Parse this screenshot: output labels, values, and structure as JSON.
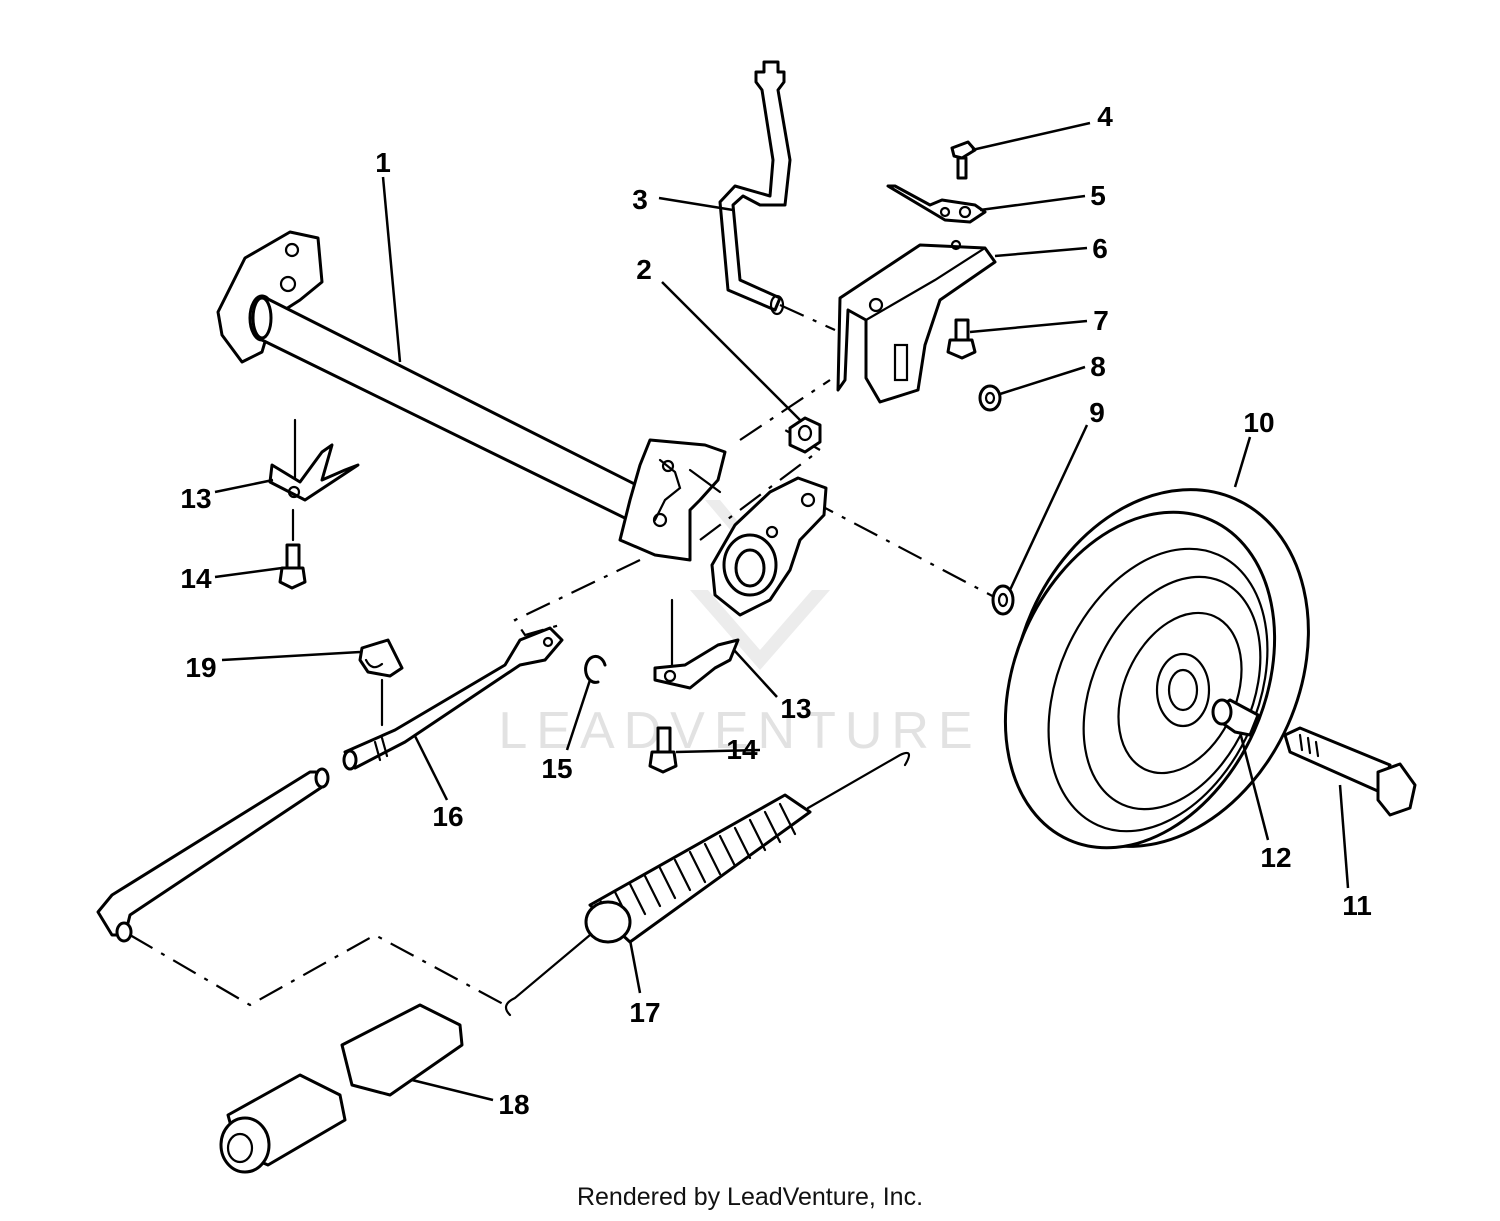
{
  "diagram": {
    "callouts": [
      "1",
      "2",
      "3",
      "4",
      "5",
      "6",
      "7",
      "8",
      "9",
      "10",
      "11",
      "12",
      "13",
      "14",
      "15",
      "16",
      "17",
      "18",
      "19"
    ],
    "watermark": "LEADVENTURE"
  },
  "footer": {
    "credit": "Rendered by LeadVenture, Inc."
  },
  "colors": {
    "ink": "#000000",
    "background": "#ffffff",
    "watermark": "#e2e2e2"
  }
}
